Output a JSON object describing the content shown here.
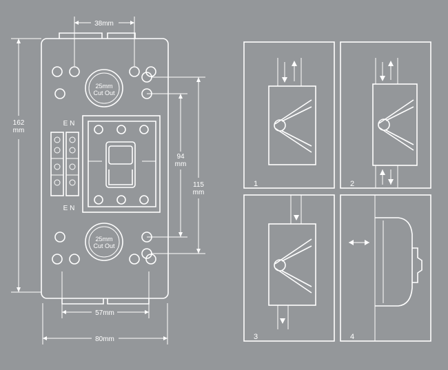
{
  "colors": {
    "background": "#94979a",
    "line": "#ffffff"
  },
  "dimensions": {
    "top_width": "38mm",
    "height_total": {
      "value": "162",
      "unit": "mm"
    },
    "inner_height": {
      "value": "94",
      "unit": "mm"
    },
    "outer_height": {
      "value": "115",
      "unit": "mm"
    },
    "bottom_inner_width": "57mm",
    "bottom_total_width": "80mm"
  },
  "cutouts": [
    {
      "line1": "25mm",
      "line2": "Cut Out"
    },
    {
      "line1": "25mm",
      "line2": "Cut Out"
    }
  ],
  "terminal_labels": {
    "top": "E N",
    "bottom": "E N"
  },
  "panels": [
    {
      "number": "1"
    },
    {
      "number": "2"
    },
    {
      "number": "3"
    },
    {
      "number": "4"
    }
  ]
}
